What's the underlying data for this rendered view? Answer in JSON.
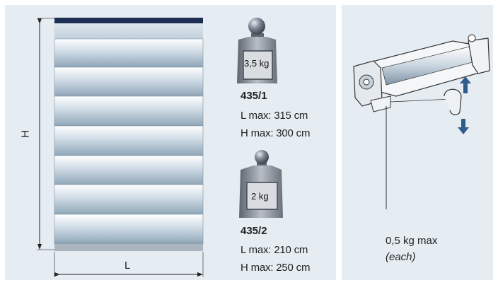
{
  "dimensions": {
    "height_label": "H",
    "width_label": "L"
  },
  "weights": [
    {
      "label": "3,5 kg",
      "code": "435/1",
      "l_max": "L max: 315 cm",
      "h_max": "H max: 300 cm"
    },
    {
      "label": "2 kg",
      "code": "435/2",
      "l_max": "L max: 210 cm",
      "h_max": "H max: 250 cm"
    }
  ],
  "mechanism": {
    "load": "0,5 kg max",
    "note": "(each)"
  },
  "colors": {
    "panel_bg": "#e5ecf2",
    "top_rail": "#1e2f55",
    "weight_body": "#8a9099",
    "ball": "#5a6270",
    "arrow_blue": "#2f5e8c"
  }
}
